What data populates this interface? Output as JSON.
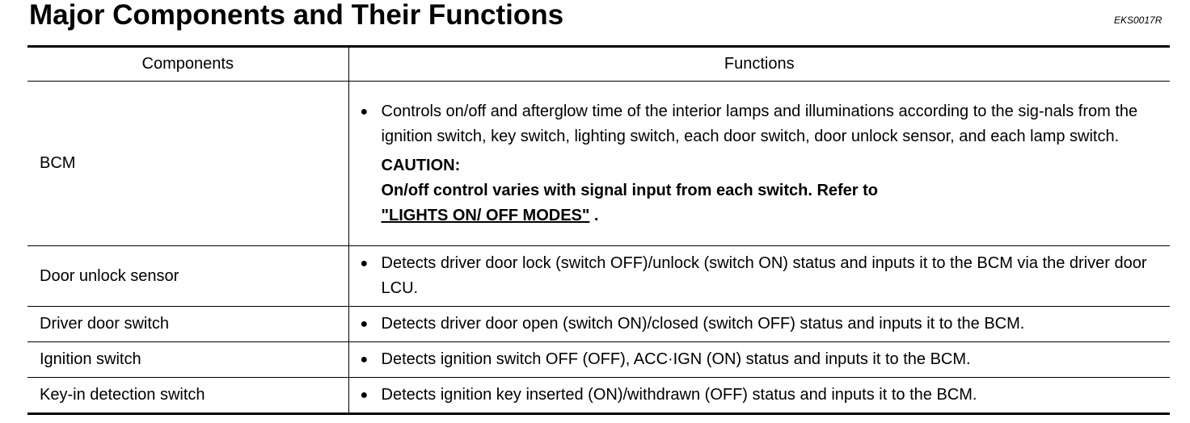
{
  "page": {
    "title": "Major Components and Their Functions",
    "code": "EKS0017R"
  },
  "table": {
    "headers": [
      "Components",
      "Functions"
    ],
    "rows": [
      {
        "component": "BCM",
        "function": "Controls on/off and afterglow time of the interior lamps and illuminations according to the sig-nals from the ignition switch, key switch, lighting switch, each door switch, door unlock sensor, and each lamp switch.",
        "caution_label": "CAUTION:",
        "caution_text": "On/off control varies with signal input from each switch. Refer to ",
        "caution_link": "\"LIGHTS ON/ OFF MODES\"",
        "caution_end": " ."
      },
      {
        "component": "Door unlock sensor",
        "function": "Detects driver door lock (switch OFF)/unlock (switch ON) status and inputs it to the BCM via the driver door LCU."
      },
      {
        "component": "Driver door switch",
        "function": "Detects driver door open (switch ON)/closed (switch OFF) status and inputs it to the BCM."
      },
      {
        "component": "Ignition switch",
        "function": "Detects ignition switch OFF (OFF), ACC·IGN (ON) status and inputs it to the BCM."
      },
      {
        "component": "Key-in detection switch",
        "function": "Detects ignition key inserted (ON)/withdrawn (OFF) status and inputs it to the BCM."
      }
    ]
  }
}
